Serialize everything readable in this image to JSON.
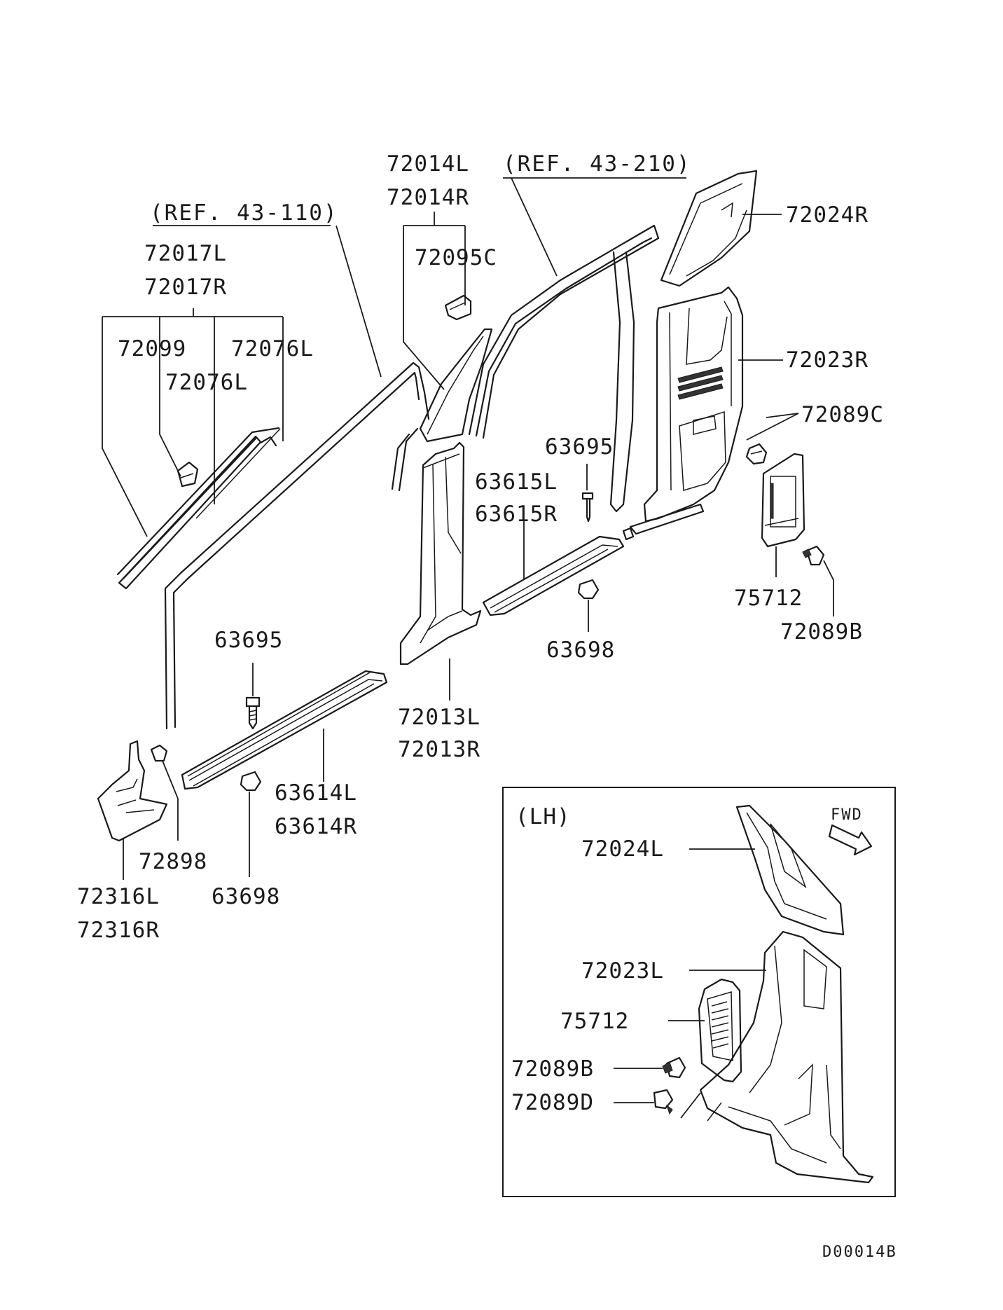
{
  "diagram": {
    "callouts": {
      "p72014L": "72014L",
      "p72014R": "72014R",
      "ref_43_210": "(REF. 43-210)",
      "ref_43_110": "(REF. 43-110)",
      "p72024R": "72024R",
      "p72017L": "72017L",
      "p72017R": "72017R",
      "p72095C": "72095C",
      "p72099": "72099",
      "p72076L_a": "72076L",
      "p72076L_b": "72076L",
      "p72023R": "72023R",
      "p72089C": "72089C",
      "p63695_a": "63695",
      "p63615L": "63615L",
      "p63615R": "63615R",
      "p75712_a": "75712",
      "p72089B_a": "72089B",
      "p63698_a": "63698",
      "p63695_b": "63695",
      "p72013L": "72013L",
      "p72013R": "72013R",
      "p63614L": "63614L",
      "p63614R": "63614R",
      "p72898": "72898",
      "p72316L": "72316L",
      "p72316R": "72316R",
      "p63698_b": "63698"
    },
    "inset": {
      "title": "(LH)",
      "fwd": "FWD",
      "p72024L": "72024L",
      "p72023L": "72023L",
      "p75712": "75712",
      "p72089B": "72089B",
      "p72089D": "72089D"
    },
    "figure_code": "D00014B"
  }
}
